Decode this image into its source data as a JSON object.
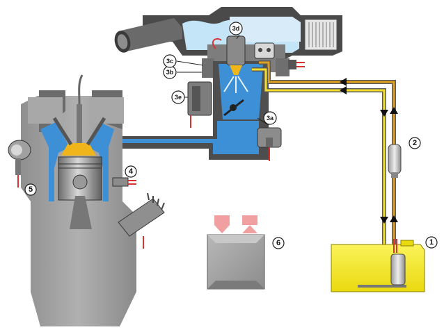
{
  "labels": {
    "l1": "1",
    "l2": "2",
    "l3a": "3a",
    "l3b": "3b",
    "l3c": "3c",
    "l3d": "3d",
    "l3e": "3e",
    "l4": "4",
    "l5": "5",
    "l6": "6"
  },
  "colors": {
    "intake_air": "#3d8fd6",
    "intake_light": "#bfe0f5",
    "fuel_line": "#e0a01e",
    "fuel_tank": "#f7ee2a",
    "engine_grey": "#9b9b9b",
    "dark_grey": "#5a5a5a",
    "ecu_grey": "#a4a4a4",
    "sensor_red": "#d93030",
    "piston_top": "#f0b51a"
  }
}
